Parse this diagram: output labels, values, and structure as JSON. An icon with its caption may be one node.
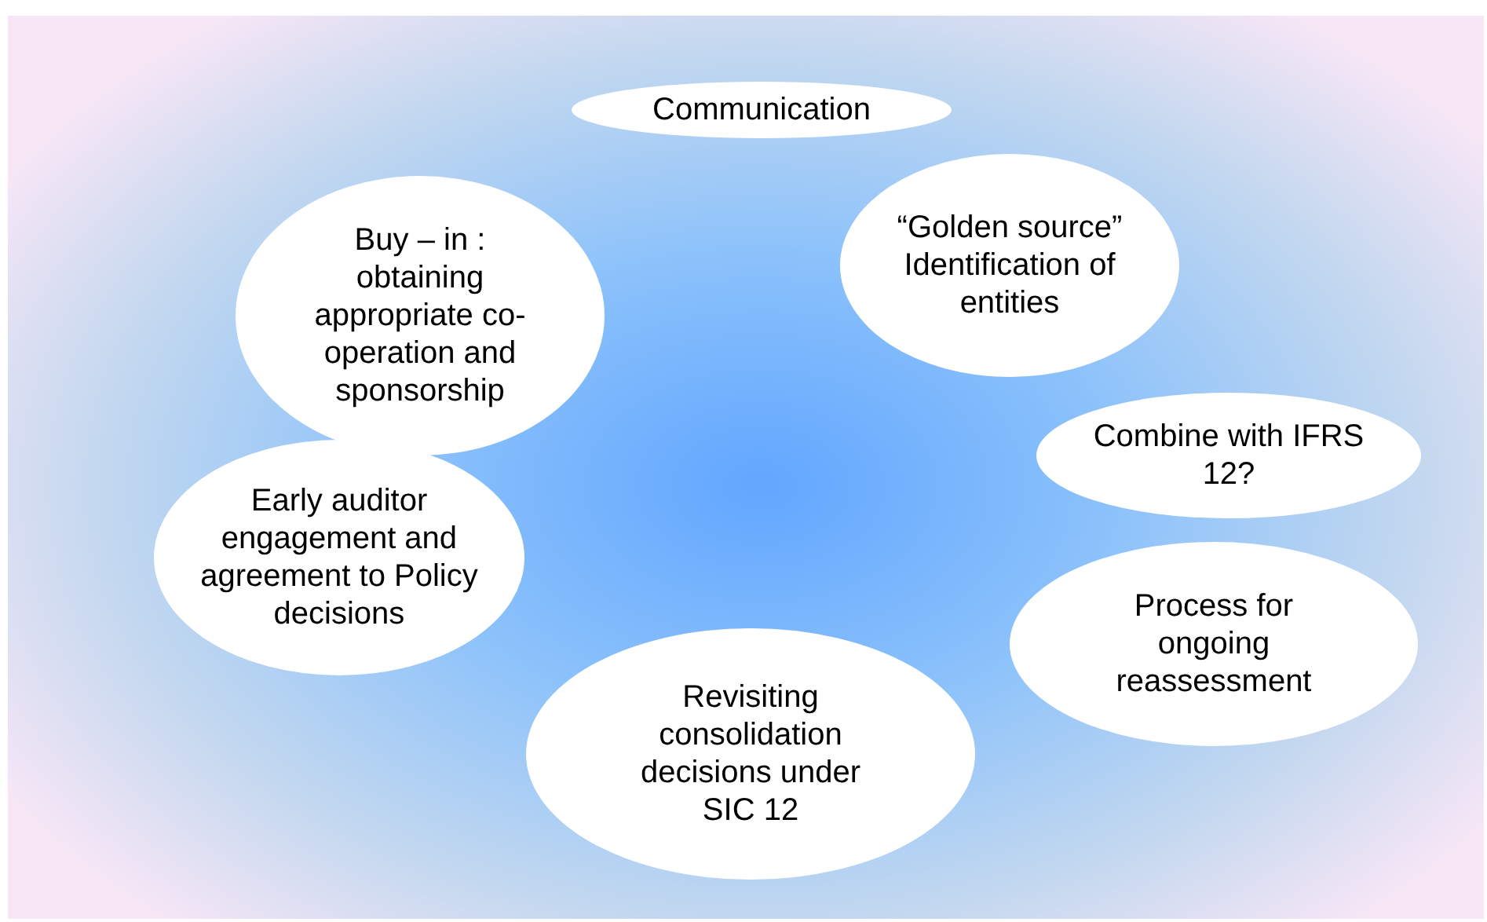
{
  "diagram": {
    "nodes": [
      {
        "text": [
          "Communication"
        ]
      },
      {
        "text": [
          "Buy – in : obtaining appropriate co-operation and sponsorship"
        ]
      },
      {
        "text": [
          "“Golden source” Identification of entities"
        ]
      },
      {
        "text": [
          "Combine with IFRS 12?"
        ]
      },
      {
        "text": [
          "Early auditor engagement  and agreement to Policy decisions"
        ]
      },
      {
        "text": [
          "Process for ongoing reassessment"
        ]
      },
      {
        "text": [
          "Revisiting consolidation decisions under SIC 12"
        ]
      }
    ]
  }
}
